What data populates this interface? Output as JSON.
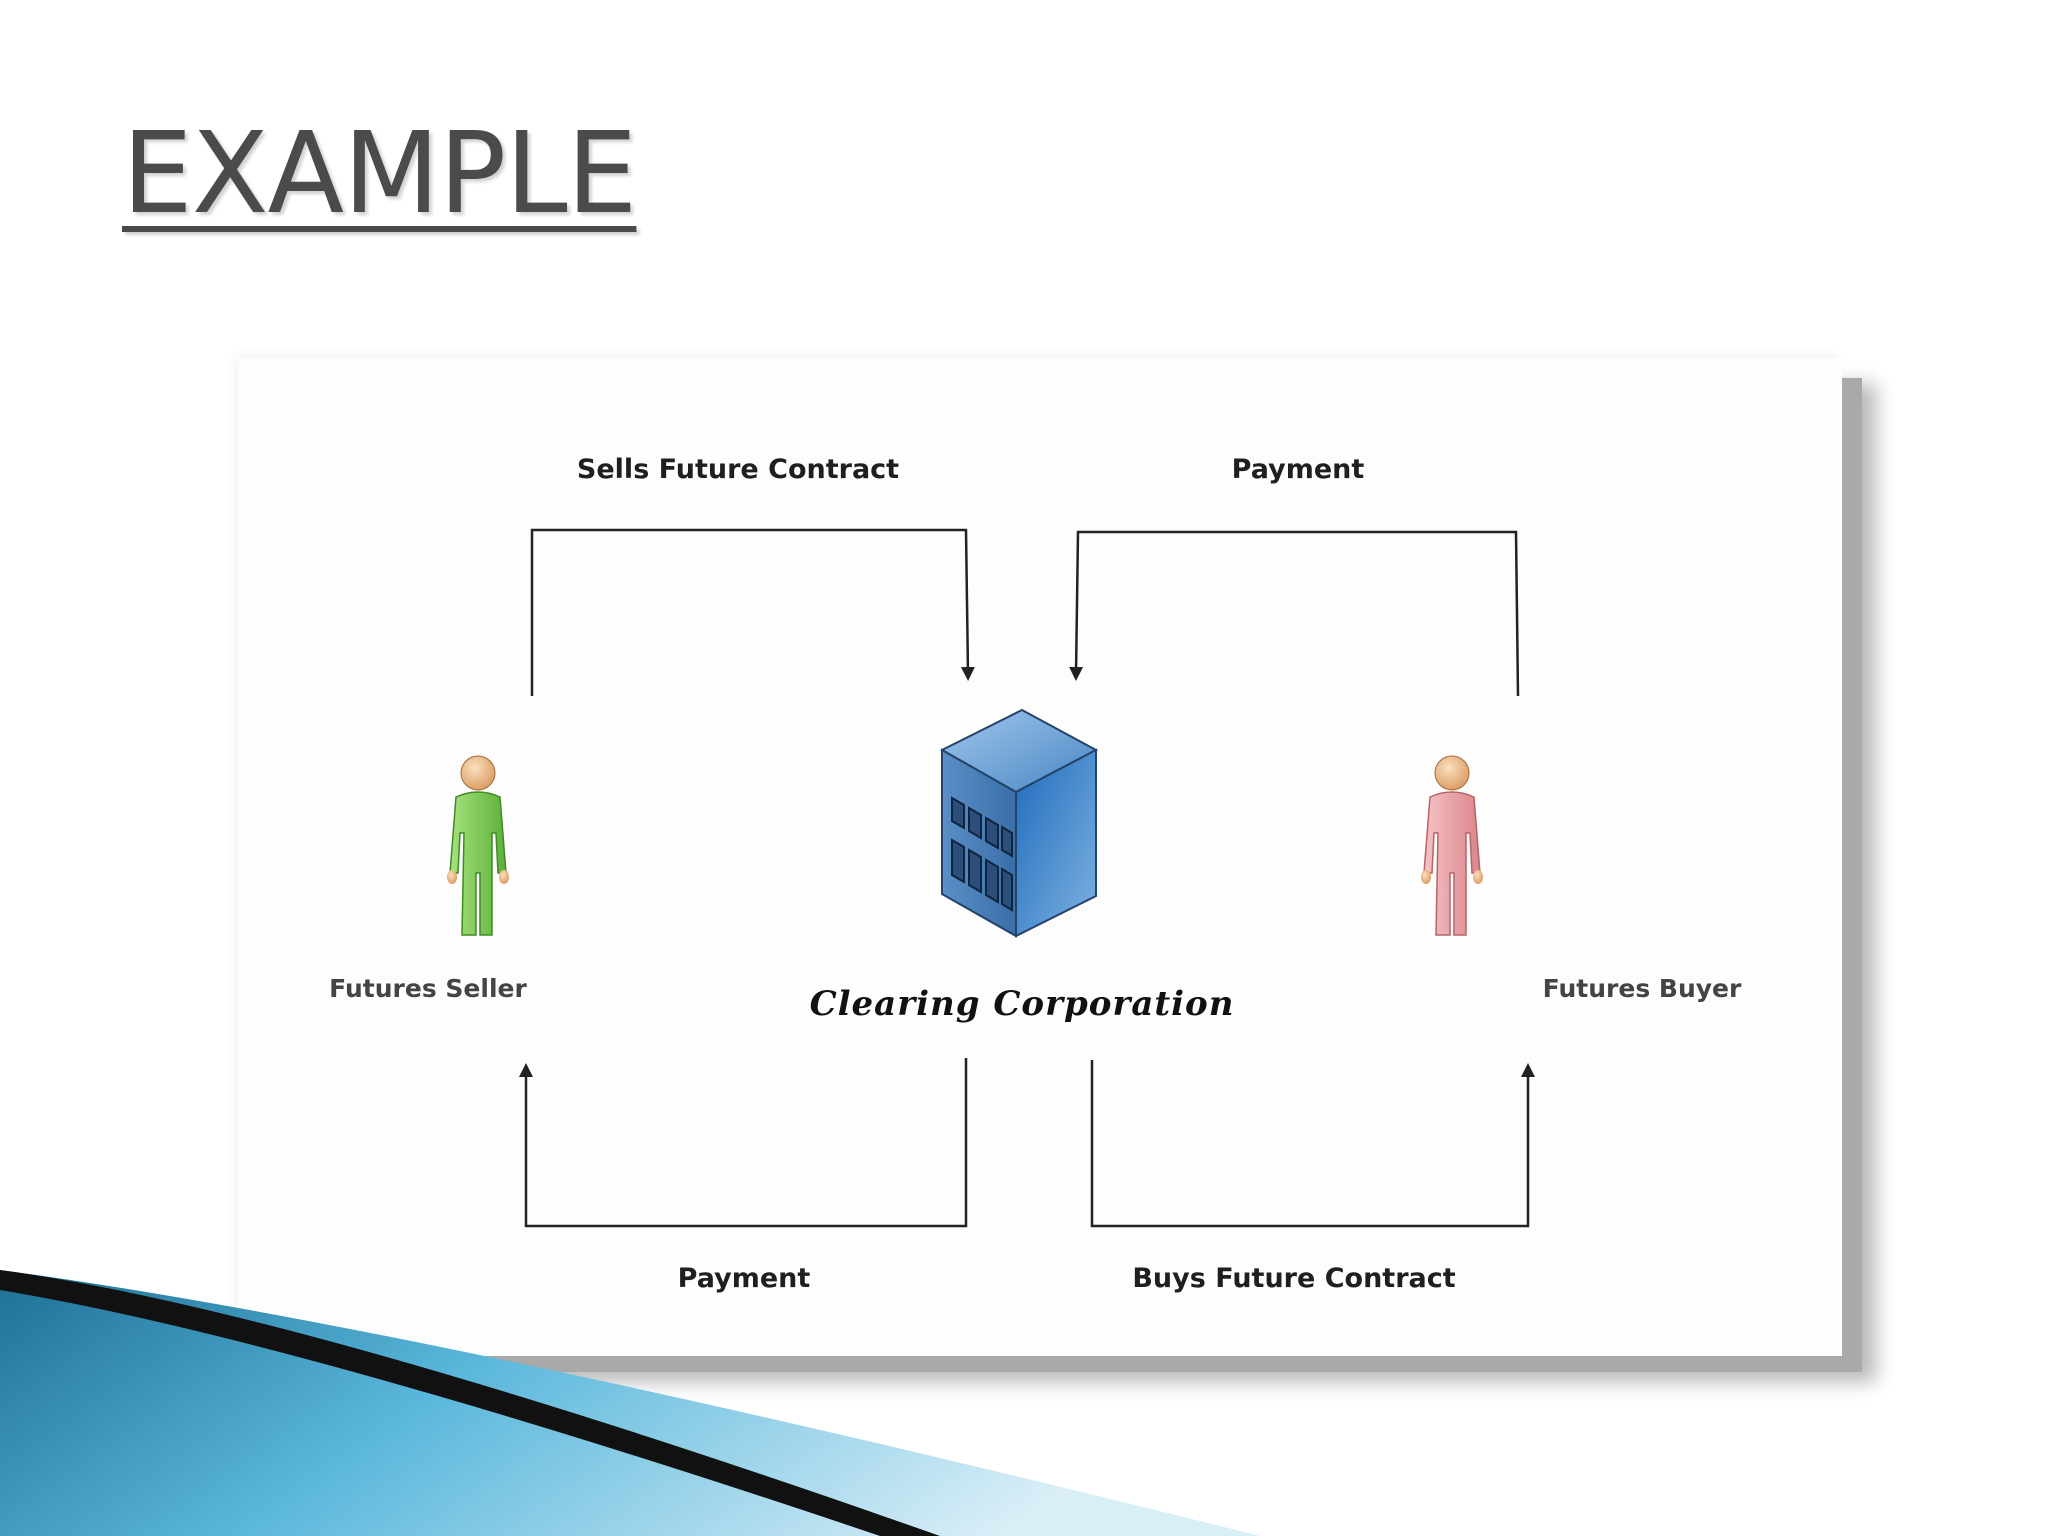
{
  "slide": {
    "title": "EXAMPLE"
  },
  "diagram": {
    "nodes": {
      "seller": {
        "label": "Futures Seller",
        "icon": "person-icon",
        "color": "#7ccd4f"
      },
      "clearing": {
        "label": "Clearing Corporation",
        "icon": "building-icon",
        "color": "#3b7fc0"
      },
      "buyer": {
        "label": "Futures Buyer",
        "icon": "person-icon",
        "color": "#e8a1a4"
      }
    },
    "edges": {
      "sells_contract": {
        "label": "Sells Future Contract",
        "from": "seller",
        "to": "clearing"
      },
      "payment_from_buyer": {
        "label": "Payment",
        "from": "buyer",
        "to": "clearing"
      },
      "payment_to_seller": {
        "label": "Payment",
        "from": "clearing",
        "to": "seller"
      },
      "buys_contract": {
        "label": "Buys Future Contract",
        "from": "clearing",
        "to": "buyer"
      }
    }
  },
  "theme": {
    "accent": "#2a7fa8",
    "accent_light": "#5fb6d6",
    "swoosh_dark": "#111111"
  }
}
